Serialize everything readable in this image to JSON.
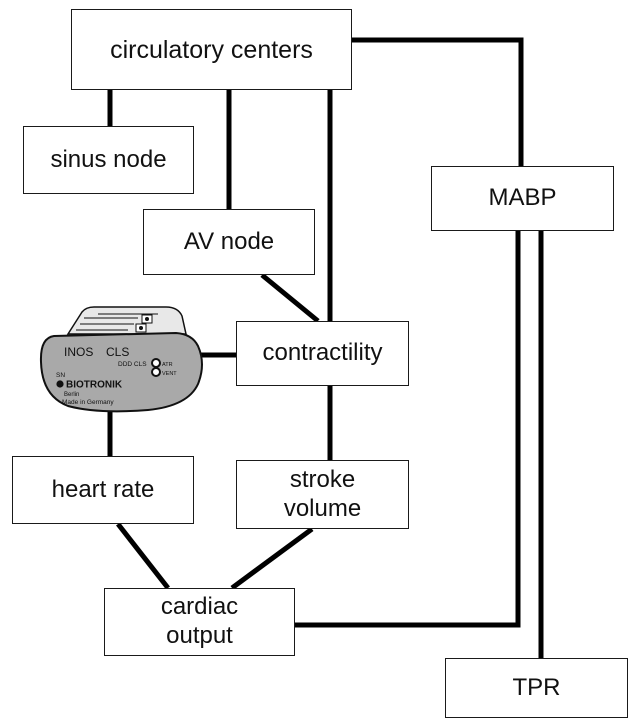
{
  "nodes": {
    "circulatory_centers": "circulatory centers",
    "sinus_node": "sinus node",
    "mabp": "MABP",
    "av_node": "AV node",
    "contractility": "contractility",
    "heart_rate": "heart rate",
    "stroke_volume": [
      "stroke",
      "volume"
    ],
    "cardiac_output": [
      "cardiac",
      "output"
    ],
    "tpr": "TPR"
  },
  "pacemaker": {
    "model": "INOS",
    "model_suffix": "CLS",
    "mode": "DDD CLS",
    "port_atr": "ATR",
    "port_vent": "VENT",
    "sn": "SN",
    "brand": "BIOTRONIK",
    "city": "Berlin",
    "origin": "Made in Germany"
  },
  "colors": {
    "line": "#000000",
    "border": "#1a1a1a",
    "device_body": "#a9a9a9",
    "device_header": "#e8e8e8"
  }
}
